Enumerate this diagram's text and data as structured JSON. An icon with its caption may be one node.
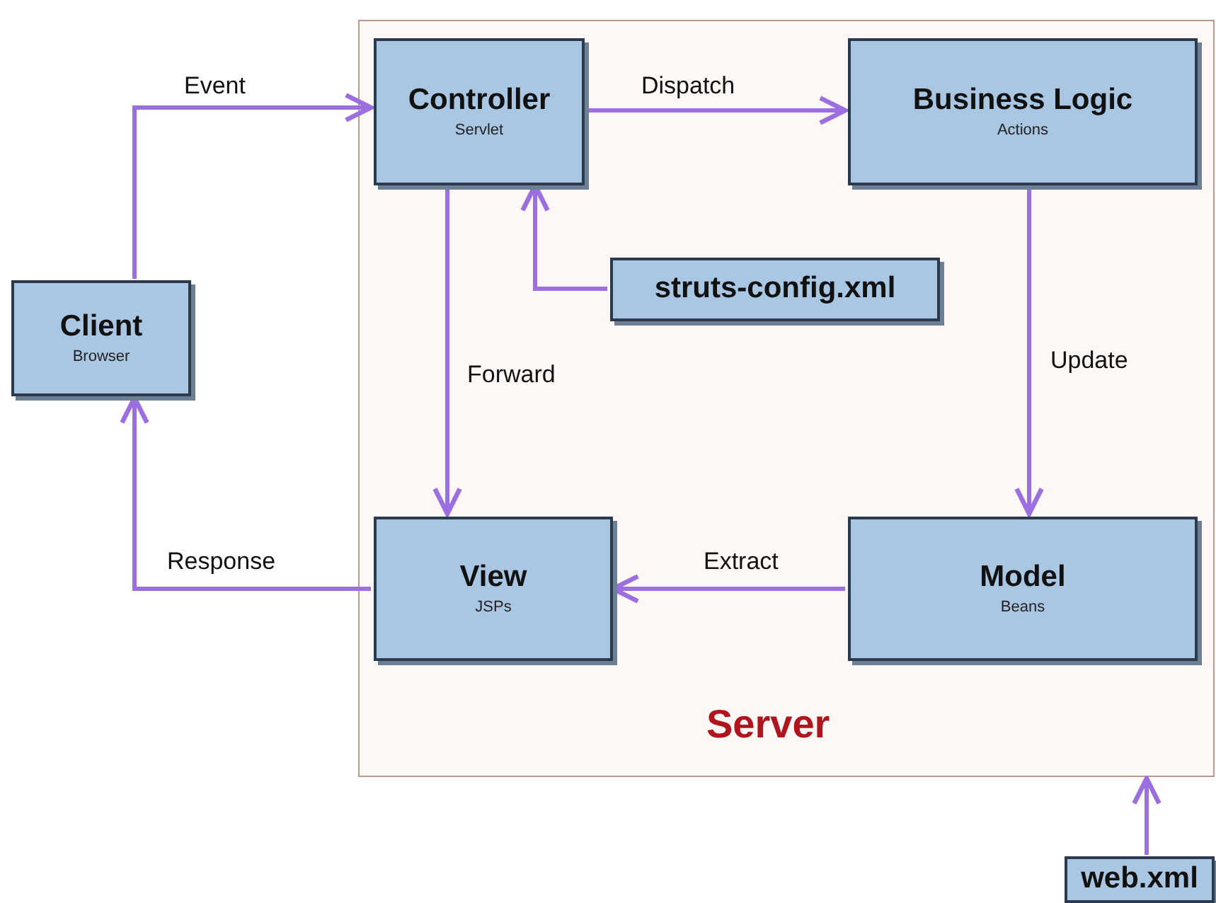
{
  "diagram": {
    "nodes": [
      {
        "text": [
          "Server"
        ]
      },
      {
        "text": [
          "Client",
          "Browser"
        ]
      },
      {
        "text": [
          "Controller",
          "Servlet"
        ],
        "in": 0
      },
      {
        "text": [
          "Business Logic",
          "Actions"
        ],
        "in": 0
      },
      {
        "text": [
          "struts-config.xml"
        ],
        "in": 0
      },
      {
        "text": [
          "View",
          "JSPs"
        ],
        "in": 0
      },
      {
        "text": [
          "Model",
          "Beans"
        ],
        "in": 0
      },
      {
        "text": [
          "web.xml"
        ]
      }
    ],
    "edges": [
      {
        "from": 1,
        "to": 2,
        "arrow": "to",
        "label": "Event"
      },
      {
        "from": 2,
        "to": 3,
        "arrow": "to",
        "label": "Dispatch"
      },
      {
        "from": 4,
        "to": 2,
        "arrow": "to"
      },
      {
        "from": 2,
        "to": 5,
        "arrow": "to",
        "label": "Forward"
      },
      {
        "from": 3,
        "to": 6,
        "arrow": "to",
        "label": "Update"
      },
      {
        "from": 6,
        "to": 5,
        "arrow": "to",
        "label": "Extract"
      },
      {
        "from": 5,
        "to": 1,
        "arrow": "to",
        "label": "Response"
      },
      {
        "from": 7,
        "to": 0,
        "arrow": "to"
      }
    ]
  }
}
